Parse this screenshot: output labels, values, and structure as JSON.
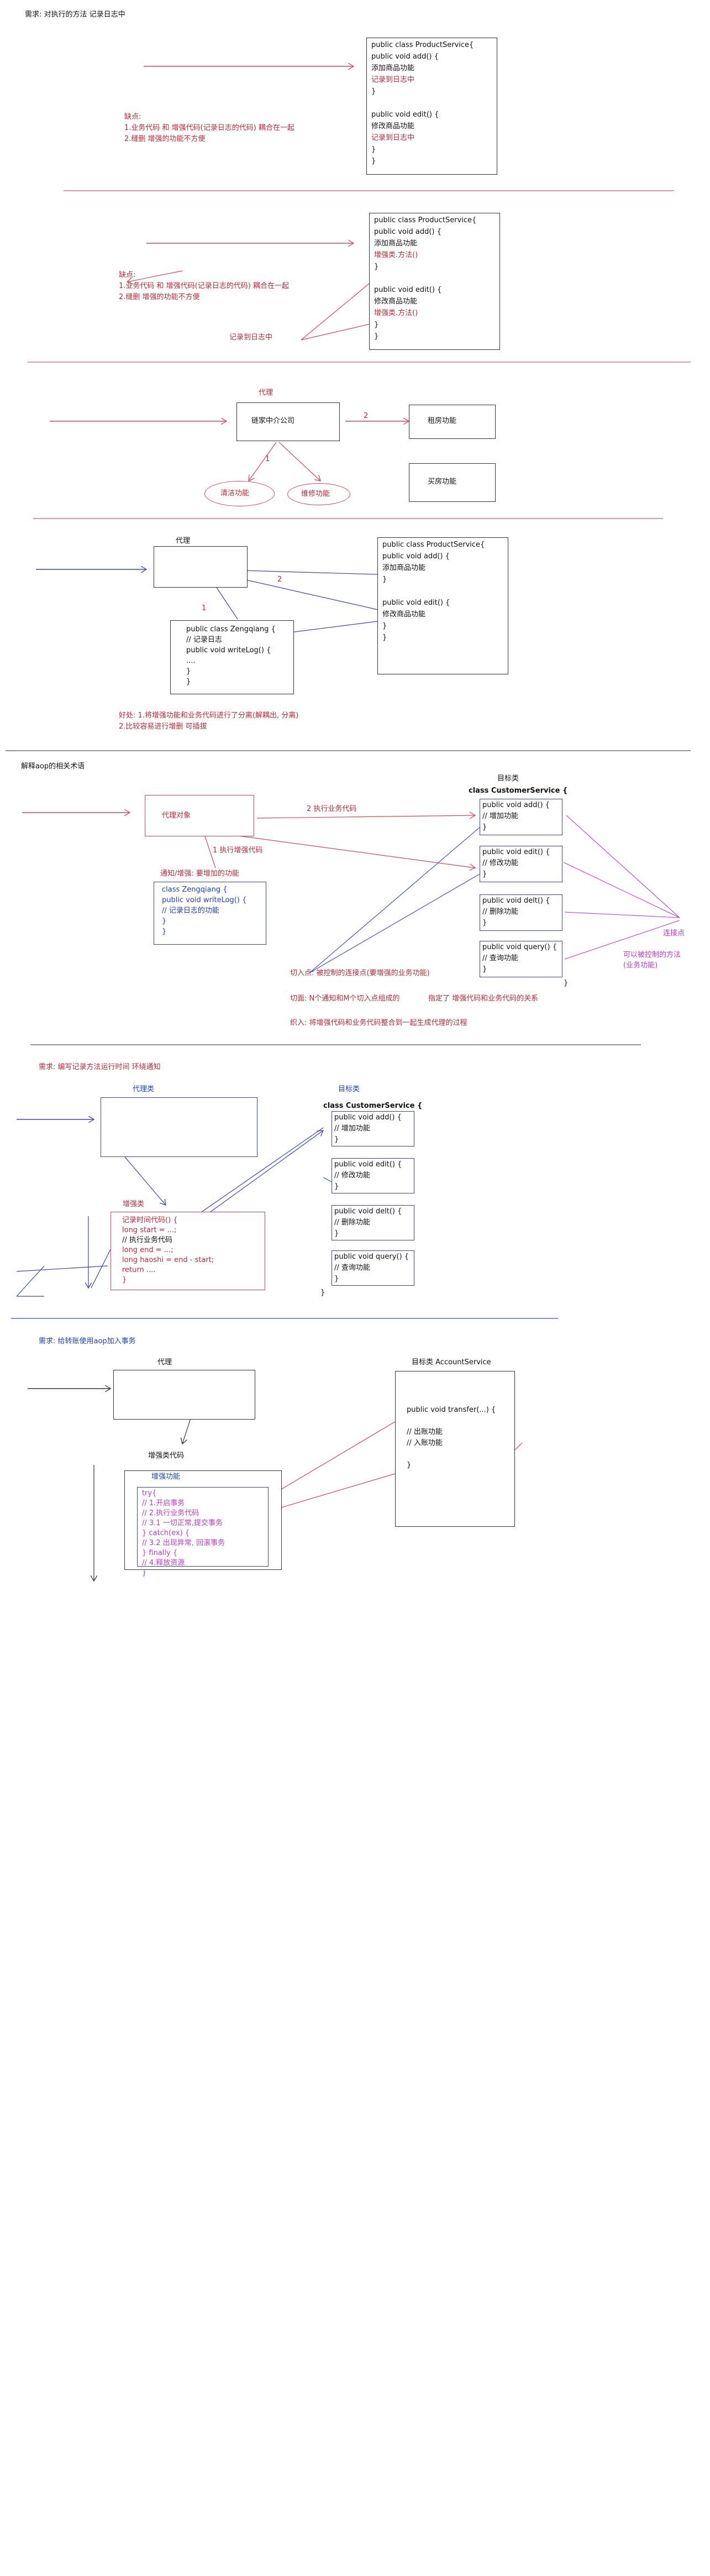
{
  "s1": {
    "req": "需求: 对执行的方法 记录日志中",
    "class_code": [
      "public class ProductService{",
      "    public void add() {",
      "        添加商品功能",
      "        记录到日志中",
      "    }",
      "",
      "    public void edit() {",
      "        修改商品功能",
      "        记录到日志中",
      "    }",
      "}"
    ],
    "cons": [
      "缺点:",
      "1.业务代码 和 增强代码(记录日志的代码) 耦合在一起",
      "2.缝删 增强的功能不方便"
    ]
  },
  "s2": {
    "class_code": [
      "public class ProductService{",
      "    public void add() {",
      "        添加商品功能",
      "        增强类.方法()",
      "    }",
      "",
      "    public void edit() {",
      "        修改商品功能",
      "        增强类.方法()",
      "    }",
      "}"
    ],
    "cons": [
      "缺点:",
      "1.业务代码 和 增强代码(记录日志的代码) 耦合在一起",
      "2.缝删 增强的功能不方便"
    ],
    "log_label": "记录到日志中"
  },
  "s3": {
    "proxy": "代理",
    "agency": "链家中介公司",
    "rent": "租房功能",
    "buy": "买房功能",
    "n1": "1",
    "n2": "2",
    "clean": "清洁功能",
    "repair": "维修功能"
  },
  "s4": {
    "proxy": "代理",
    "helper_code": [
      "public class Zengqiang {",
      "    // 记录日志",
      "    public void writeLog() {",
      "        ....",
      "    }",
      "}"
    ],
    "class_code": [
      "public class ProductService{",
      "    public void add() {",
      "        添加商品功能",
      "    }",
      "",
      "    public void edit() {",
      "        修改商品功能",
      "    }",
      "}"
    ],
    "n1": "1",
    "n2": "2",
    "pros": [
      "好处: 1.将增强功能和业务代码进行了分离(解耦出, 分离)",
      "2.比较容易进行增删 可插拔"
    ]
  },
  "s5": {
    "title": "解释aop的相关术语",
    "target": "目标类",
    "proxy_obj": "代理对象",
    "exec_biz": "2 执行业务代码",
    "exec_enh": "1 执行增强代码",
    "advice": "通知/增强: 要增加的功能",
    "helper_code": [
      "class Zengqiang {",
      "    public void writeLog() {",
      "        // 记录日志的功能",
      "    }",
      "}"
    ],
    "class_head": "class CustomerService {",
    "methods": [
      [
        "public void add() {",
        "  // 增加功能",
        "}"
      ],
      [
        "public void edit() {",
        "  // 修改功能",
        "}"
      ],
      [
        "public void delt() {",
        "  // 删除功能",
        "}"
      ],
      [
        "public void query() {",
        "  // 查询功能",
        "}"
      ]
    ],
    "class_end": "}",
    "joinpoint": "连接点",
    "joinpoint_desc": [
      "可以被控制的方法",
      "(业务功能)"
    ],
    "pointcut": "切入点: 被控制的连接点(要增强的业务功能)",
    "aspect_left": "切面: N个通知和M个切入点组成的",
    "aspect_right": "指定了 增强代码和业务代码的关系",
    "weaving": "织入: 将增强代码和业务代码整合到一起生成代理的过程"
  },
  "s6": {
    "req": "需求: 编写记录方法运行时间 环绕通知",
    "proxy": "代理类",
    "target": "目标类",
    "enh_label": "增强类",
    "enh_code": [
      "记录时间代码() {",
      "    long start = ...;",
      "    // 执行业务代码",
      "    long end = ...;",
      "    long haoshi = end - start;",
      "    return ....",
      "}"
    ],
    "class_head": "class CustomerService {",
    "methods": [
      [
        "public void add() {",
        "  // 增加功能",
        "}"
      ],
      [
        "public void edit() {",
        "  // 修改功能",
        "}"
      ],
      [
        "public void delt() {",
        "  // 删除功能",
        "}"
      ],
      [
        "public void query() {",
        "  // 查询功能",
        "}"
      ]
    ],
    "class_end": "}"
  },
  "s7": {
    "req": "需求: 给转账使用aop加入事务",
    "proxy": "代理",
    "target": "目标类  AccountService",
    "transfer_code": [
      "public void transfer(...) {",
      "",
      "    // 出账功能",
      "    // 入账功能",
      "",
      "}"
    ],
    "enh_code_label": "增强类代码",
    "enh_func": "增强功能",
    "tx_code": [
      "try{",
      "    // 1.开启事务",
      "    // 2.执行业务代码",
      "    // 3.1 一切正常,提交事务",
      "} catch(ex) {",
      "    // 3.2 出现异常, 回滚事务",
      "} finally {",
      "    // 4.释放资源",
      "}"
    ]
  },
  "colors": {
    "arrow_red": "#d24a5a",
    "line_blue": "#3944b5",
    "divider_red": "#d45a6a",
    "divider_blue": "#3f47b8",
    "magenta": "#c43ac4"
  }
}
